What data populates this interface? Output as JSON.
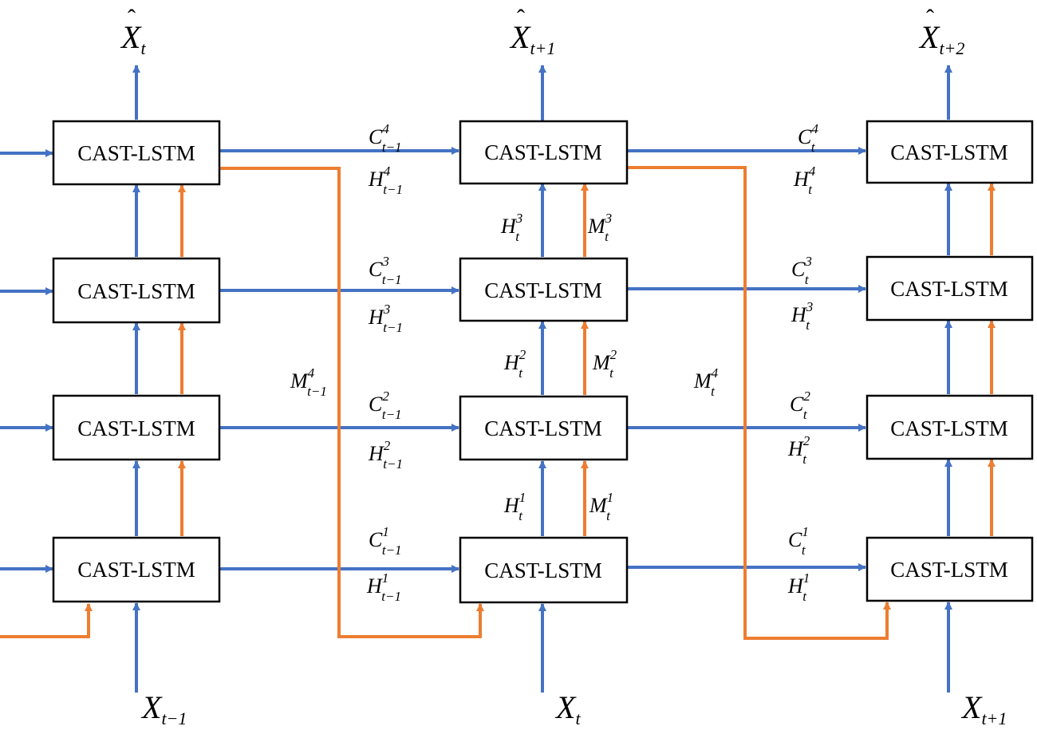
{
  "colors": {
    "blue": "#4472C4",
    "orange": "#ED7D31",
    "box_border": "#000000",
    "background": "#FFFFFF"
  },
  "cell_label": "CAST-LSTM",
  "columns": [
    {
      "input": {
        "base": "X",
        "sub": "t−1"
      },
      "output": {
        "base": "X",
        "hat": "ˆ",
        "sub": "t"
      }
    },
    {
      "input": {
        "base": "X",
        "sub": "t"
      },
      "output": {
        "base": "X",
        "hat": "ˆ",
        "sub": "t+1"
      }
    },
    {
      "input": {
        "base": "X",
        "sub": "t+1"
      },
      "output": {
        "base": "X",
        "hat": "ˆ",
        "sub": "t+2"
      }
    }
  ],
  "horizontal_labels": {
    "gap1": [
      {
        "layer": 4,
        "c": {
          "base": "C",
          "sup": "4",
          "sub": "t−1"
        },
        "h": {
          "base": "H",
          "sup": "4",
          "sub": "t−1"
        }
      },
      {
        "layer": 3,
        "c": {
          "base": "C",
          "sup": "3",
          "sub": "t−1"
        },
        "h": {
          "base": "H",
          "sup": "3",
          "sub": "t−1"
        }
      },
      {
        "layer": 2,
        "c": {
          "base": "C",
          "sup": "2",
          "sub": "t−1"
        },
        "h": {
          "base": "H",
          "sup": "2",
          "sub": "t−1"
        }
      },
      {
        "layer": 1,
        "c": {
          "base": "C",
          "sup": "1",
          "sub": "t−1"
        },
        "h": {
          "base": "H",
          "sup": "1",
          "sub": "t−1"
        }
      }
    ],
    "gap2": [
      {
        "layer": 4,
        "c": {
          "base": "C",
          "sup": "4",
          "sub": "t"
        },
        "h": {
          "base": "H",
          "sup": "4",
          "sub": "t"
        }
      },
      {
        "layer": 3,
        "c": {
          "base": "C",
          "sup": "3",
          "sub": "t"
        },
        "h": {
          "base": "H",
          "sup": "3",
          "sub": "t"
        }
      },
      {
        "layer": 2,
        "c": {
          "base": "C",
          "sup": "2",
          "sub": "t"
        },
        "h": {
          "base": "H",
          "sup": "2",
          "sub": "t"
        }
      },
      {
        "layer": 1,
        "c": {
          "base": "C",
          "sup": "1",
          "sub": "t"
        },
        "h": {
          "base": "H",
          "sup": "1",
          "sub": "t"
        }
      }
    ]
  },
  "vertical_labels": [
    {
      "h": {
        "base": "H",
        "sup": "3",
        "sub": "t"
      },
      "m": {
        "base": "M",
        "sup": "3",
        "sub": "t"
      }
    },
    {
      "h": {
        "base": "H",
        "sup": "2",
        "sub": "t"
      },
      "m": {
        "base": "M",
        "sup": "2",
        "sub": "t"
      }
    },
    {
      "h": {
        "base": "H",
        "sup": "1",
        "sub": "t"
      },
      "m": {
        "base": "M",
        "sup": "1",
        "sub": "t"
      }
    }
  ],
  "memory_labels": [
    {
      "base": "M",
      "sup": "4",
      "sub": "t−1"
    },
    {
      "base": "M",
      "sup": "4",
      "sub": "t"
    }
  ]
}
